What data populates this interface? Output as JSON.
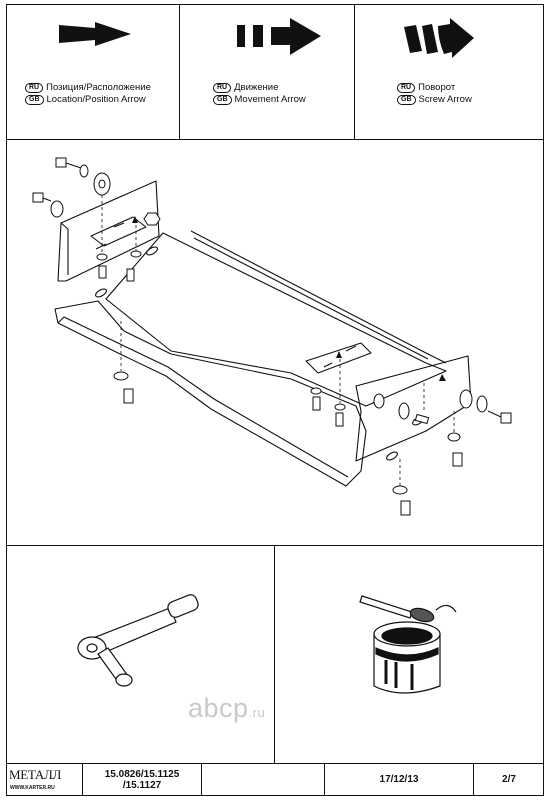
{
  "legend": [
    {
      "id": "location",
      "ru_code": "RU",
      "gb_code": "GB",
      "ru_text": "Позиция/Расположение",
      "gb_text": "Location/Position Arrow",
      "icon": "solid-arrow-icon"
    },
    {
      "id": "movement",
      "ru_code": "RU",
      "gb_code": "GB",
      "ru_text": "Движение",
      "gb_text": "Movement Arrow",
      "icon": "dashed-arrow-icon"
    },
    {
      "id": "screw",
      "ru_code": "RU",
      "gb_code": "GB",
      "ru_text": "Поворот",
      "gb_text": "Screw Arrow",
      "icon": "curved-arrow-icon"
    }
  ],
  "watermark": {
    "text": "abcp",
    "suffix": ".ru"
  },
  "title_block": {
    "logo": "МЕТАЛЛ",
    "logo_url": "WWW.KARTER.RU",
    "part_numbers_line1": "15.0826/15.1125",
    "part_numbers_line2": "/15.1127",
    "date": "17/12/13",
    "page": "2/7"
  },
  "colors": {
    "line": "#111111",
    "watermark": "#c9c9c9",
    "paper": "#ffffff"
  }
}
